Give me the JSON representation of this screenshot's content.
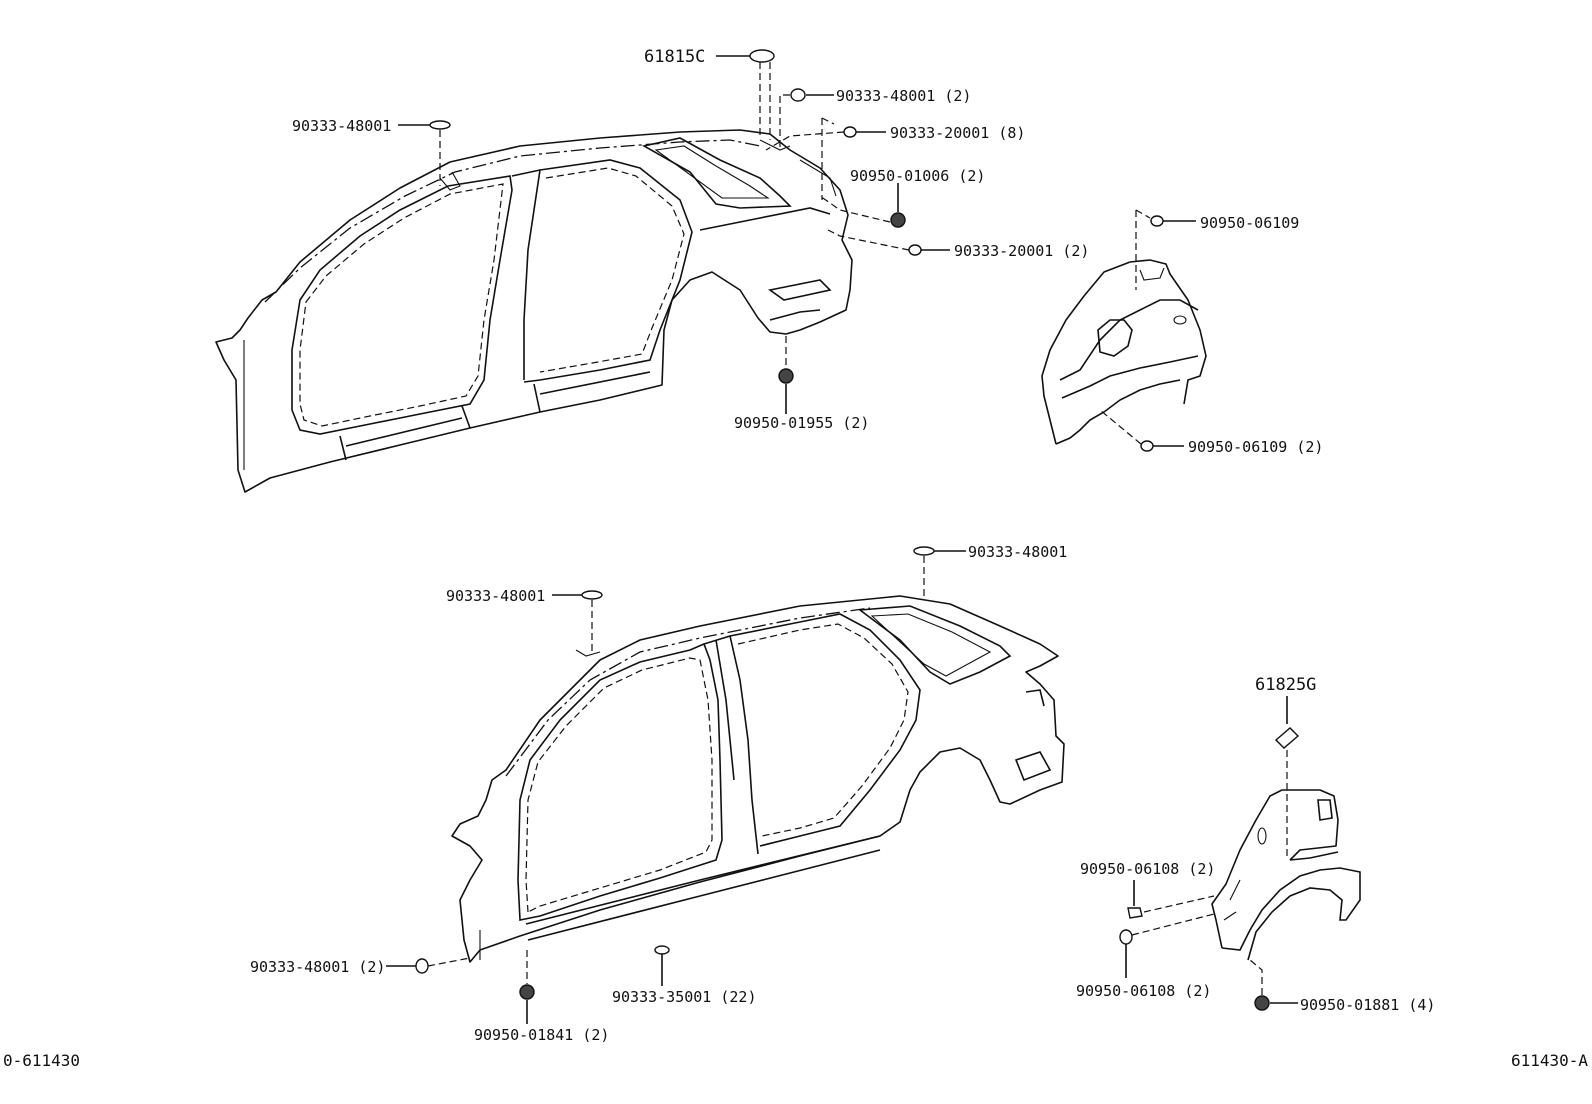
{
  "labels": {
    "p61815c": "61815C",
    "p90333_48001_2_top": "90333-48001 (2)",
    "p90333_48001_left": "90333-48001",
    "p90333_20001_8": "90333-20001 (8)",
    "p90950_01006_2": "90950-01006 (2)",
    "p90333_20001_2": "90333-20001 (2)",
    "p90950_06109": "90950-06109",
    "p90950_01955_2": "90950-01955 (2)",
    "p90950_06109_2": "90950-06109 (2)",
    "p90333_48001_lower_right": "90333-48001",
    "p90333_48001_lower_mid": "90333-48001",
    "p61825g": "61825G",
    "p90950_06108_2_a": "90950-06108 (2)",
    "p90950_06108_2_b": "90950-06108 (2)",
    "p90333_48001_2_lower": "90333-48001 (2)",
    "p90333_35001_22": "90333-35001 (22)",
    "p90950_01841_2": "90950-01841 (2)",
    "p90950_01881_4": "90950-01881 (4)"
  },
  "footer": {
    "left_code": "0-611430",
    "right_code": "611430-A"
  }
}
